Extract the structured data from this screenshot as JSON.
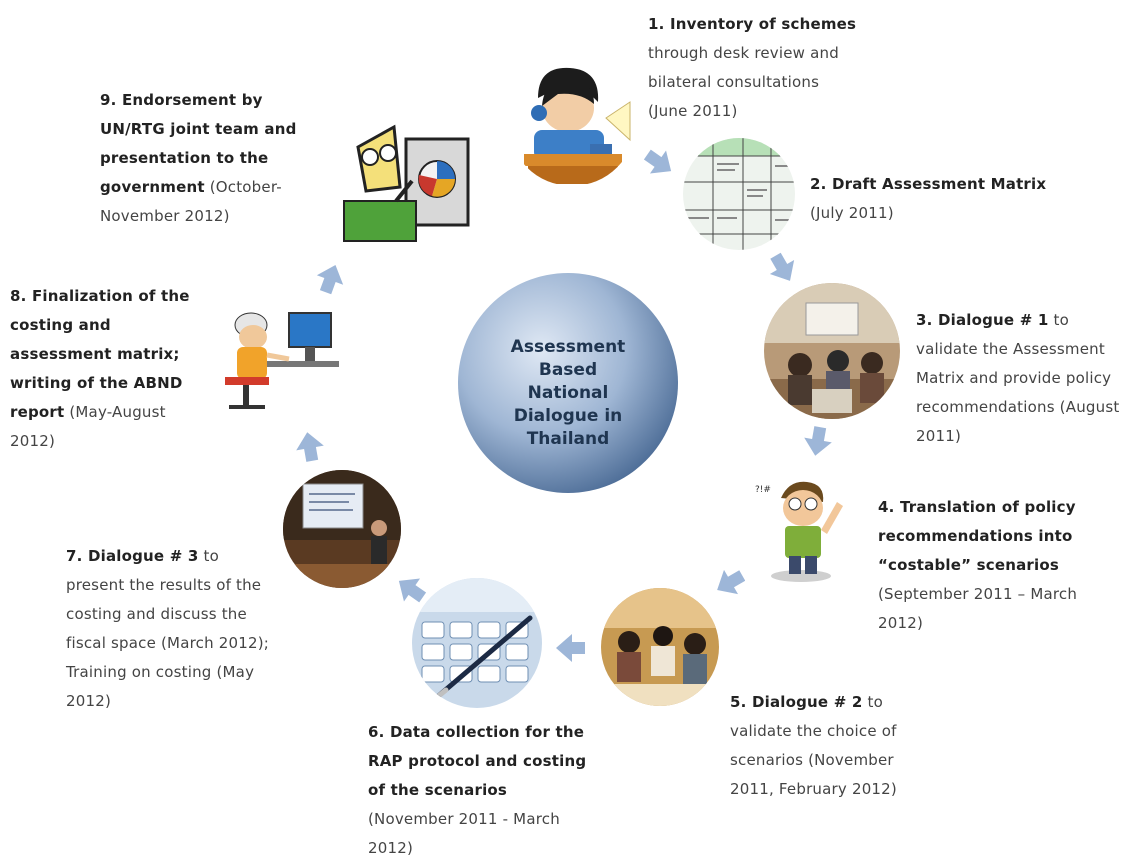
{
  "center": {
    "label": "Assessment Based National Dialogue in Thailand"
  },
  "steps": [
    {
      "title": "1. Inventory of schemes",
      "detail": "through desk review and bilateral consultations (June 2011)"
    },
    {
      "title": "2. Draft Assessment Matrix",
      "detail": "(July 2011)"
    },
    {
      "title": "3.  Dialogue # 1",
      "detail": "to validate the Assessment Matrix and provide policy recommendations (August 2011)"
    },
    {
      "title": "4. Translation of policy recommendations into “costable” scenarios",
      "detail": "(September 2011 – March 2012)"
    },
    {
      "title": "5.  Dialogue # 2",
      "detail": "to validate the choice of scenarios (November 2011, February 2012)"
    },
    {
      "title": "6. Data collection for the RAP protocol and costing of the scenarios",
      "detail": "(November 2011 - March 2012)"
    },
    {
      "title": "7. Dialogue # 3",
      "detail": "to present the results of the costing and discuss the fiscal space (March 2012); Training on costing (May 2012)"
    },
    {
      "title": "8. Finalization of the costing and assessment matrix; writing of the ABND report",
      "detail": "(May-August 2012)"
    },
    {
      "title": "9. Endorsement by UN/RTG joint team and presentation to the government",
      "detail": "(October-November 2012)"
    }
  ],
  "colors": {
    "arrow": "#9db6d8",
    "center_light": "#d6e2f2",
    "center_dark": "#4a6a94"
  }
}
